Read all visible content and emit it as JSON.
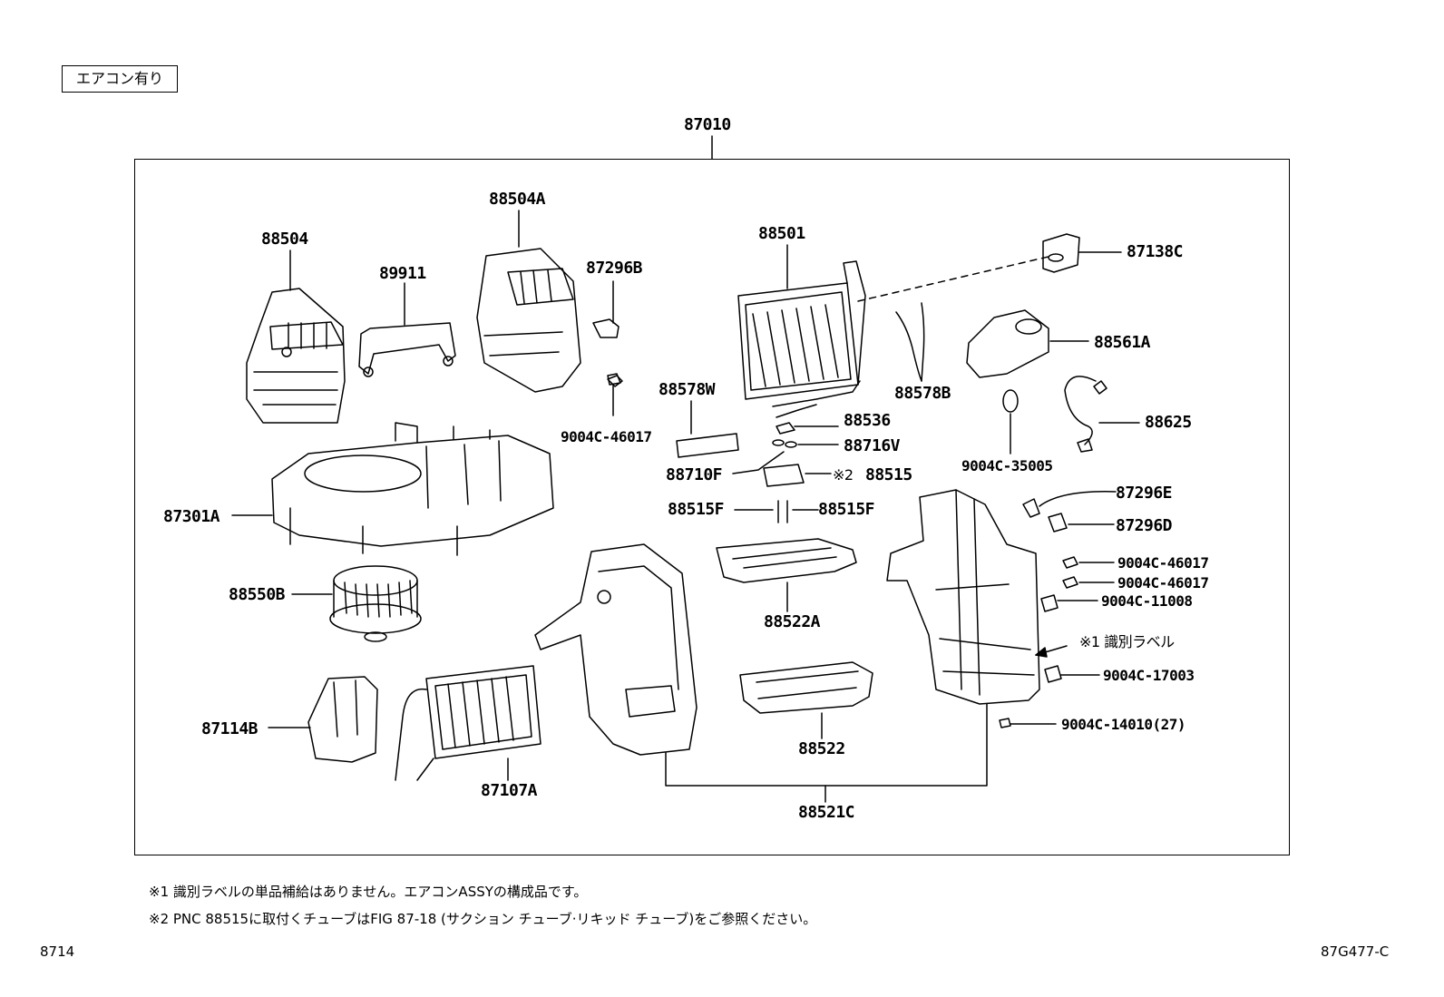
{
  "tag": "エアコン有り",
  "assembly": "87010",
  "labels": {
    "p88504": "88504",
    "p89911": "89911",
    "p88504A": "88504A",
    "p87296B": "87296B",
    "p88501": "88501",
    "p87138C": "87138C",
    "p88561A": "88561A",
    "p88578B": "88578B",
    "p88625": "88625",
    "p9004C35005": "9004C-35005",
    "p88578W": "88578W",
    "p9004C46017a": "9004C-46017",
    "p88536": "88536",
    "p88716V": "88716V",
    "p88710F": "88710F",
    "p88515mark": "※2",
    "p88515": "88515",
    "p88515Fa": "88515F",
    "p88515Fb": "88515F",
    "p87301A": "87301A",
    "p87296E": "87296E",
    "p87296D": "87296D",
    "p9004C46017b": "9004C-46017",
    "p9004C46017c": "9004C-46017",
    "p9004C11008": "9004C-11008",
    "p88550B": "88550B",
    "p88522A": "88522A",
    "pLabel": "※1 識別ラベル",
    "p9004C17003": "9004C-17003",
    "p87114B": "87114B",
    "p88522": "88522",
    "p9004C14010": "9004C-14010(27)",
    "p87107A": "87107A",
    "p88521C": "88521C"
  },
  "notes": {
    "n1": "※1  識別ラベルの単品補給はありません。エアコンASSYの構成品です。",
    "n2": "※2  PNC 88515に取付くチューブはFIG 87-18 (サクション チューブ·リキッド チューブ)をご参照ください。"
  },
  "footer": {
    "left": "8714",
    "right": "87G477-C"
  }
}
